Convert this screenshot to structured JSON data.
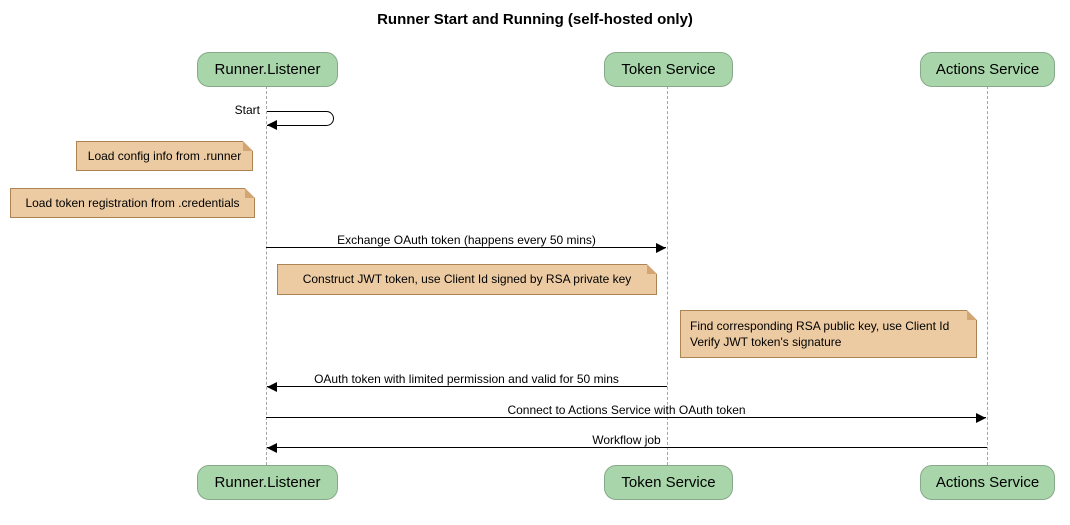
{
  "title": "Runner Start and Running (self-hosted only)",
  "participants": [
    {
      "name": "Runner.Listener"
    },
    {
      "name": "Token Service"
    },
    {
      "name": "Actions Service"
    }
  ],
  "self_message": {
    "label": "Start",
    "participant": "Runner.Listener"
  },
  "notes": [
    {
      "text": "Load config info from .runner",
      "near": "Runner.Listener"
    },
    {
      "text": "Load token registration from .credentials",
      "near": "Runner.Listener"
    },
    {
      "text": "Construct JWT token, use Client Id signed by RSA private key",
      "near": "Runner.Listener"
    },
    {
      "text": "Find corresponding RSA public key, use Client Id\nVerify JWT token's signature",
      "near": "Actions Service"
    }
  ],
  "messages": [
    {
      "label": "Exchange OAuth token (happens every 50 mins)",
      "from": "Runner.Listener",
      "to": "Token Service",
      "direction": "right"
    },
    {
      "label": "OAuth token with limited permission and valid for 50 mins",
      "from": "Token Service",
      "to": "Runner.Listener",
      "direction": "left"
    },
    {
      "label": "Connect to Actions Service with OAuth token",
      "from": "Runner.Listener",
      "to": "Actions Service",
      "direction": "right"
    },
    {
      "label": "Workflow job",
      "from": "Actions Service",
      "to": "Runner.Listener",
      "direction": "left"
    }
  ],
  "colors": {
    "participant_fill": "#a8d6aa",
    "participant_border": "#87a889",
    "note_fill": "#eccba3",
    "note_border": "#ac8352",
    "lifeline": "#a5a5a5",
    "arrow": "#000000",
    "background": "#ffffff"
  }
}
